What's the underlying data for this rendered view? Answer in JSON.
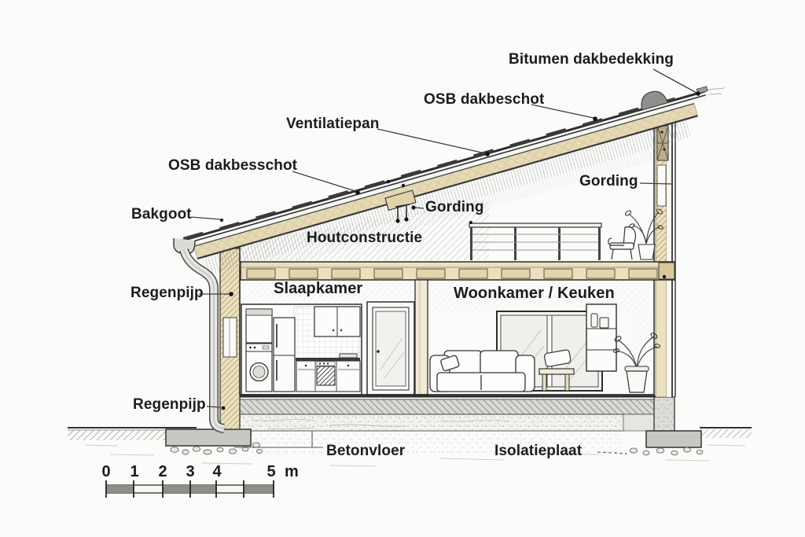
{
  "drawing": {
    "type": "architectural-cross-section",
    "callouts": {
      "bitumen_dakbedekking": "Bitumen dakbedekking",
      "osb_dakbeschot_top": "OSB dakbeschot",
      "ventilatiepan": "Ventilatiepan",
      "osb_dakbesschot_left": "OSB dakbesschot",
      "bakgoot": "Bakgoot",
      "gording_mid": "Gording",
      "gording_right": "Gording",
      "houtconstructie": "Houtconstructie",
      "regenpijp_upper": "Regenpijp",
      "regenpijp_lower": "Regenpijp",
      "betonvloer": "Betonvloer",
      "isolatieplaat": "Isolatieplaat"
    },
    "rooms": {
      "slaapkamer": "Slaapkamer",
      "woonkamer_keuken": "Woonkamer / Keuken"
    },
    "scale_bar": {
      "tick_labels": [
        "0",
        "1",
        "2",
        "3",
        "4",
        "5"
      ],
      "unit": "m"
    },
    "colors": {
      "wood_fill": "#ece1bf",
      "insulation_fill": "#e5d9b6",
      "joist_fill": "#ecdfbd",
      "block_fill": "#e3d5ab",
      "concrete_fill": "#c7c7c4",
      "pier_fill": "#dcdcd9",
      "outline": "#2b2b2b",
      "label_text": "#1c1c1c",
      "scale_segment": "#8d8d8a",
      "metal_gray": "#d9d9d6"
    }
  }
}
